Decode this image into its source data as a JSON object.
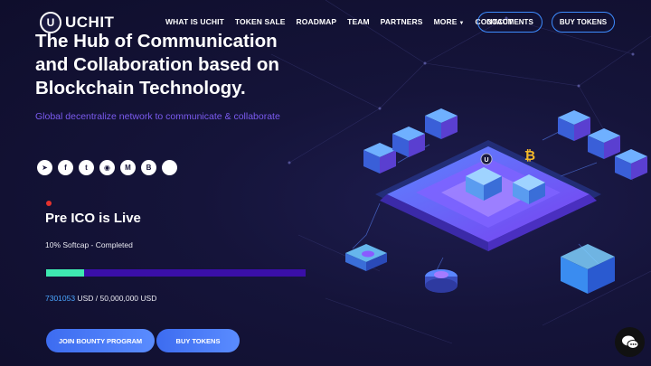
{
  "header": {
    "logo_badge": "U",
    "logo_text": "UCHIT",
    "nav": [
      "WHAT IS UCHIT",
      "TOKEN SALE",
      "ROADMAP",
      "TEAM",
      "PARTNERS",
      "MORE",
      "CONTACT"
    ],
    "documents_label": "DOCUMENTS",
    "buy_tokens_label": "BUY TOKENS"
  },
  "hero": {
    "title_lines": [
      "The Hub of Communication",
      "and Collaboration based on",
      "Blockchain Technology."
    ],
    "subtitle": "Global decentralize network to communicate & collaborate"
  },
  "socials": [
    {
      "name": "telegram-icon",
      "glyph": "➤"
    },
    {
      "name": "facebook-icon",
      "glyph": "f"
    },
    {
      "name": "twitter-icon",
      "glyph": "t"
    },
    {
      "name": "github-icon",
      "glyph": "◉"
    },
    {
      "name": "medium-icon",
      "glyph": "M"
    },
    {
      "name": "bitcoin-icon",
      "glyph": "B"
    },
    {
      "name": "other-icon",
      "glyph": ""
    }
  ],
  "ico": {
    "title": "Pre ICO is Live",
    "softcap": "10% Softcap - Completed",
    "progress_fraction": 0.147,
    "raised_value": "7301053",
    "raised_suffix": " USD / 50,000,000 USD"
  },
  "buttons": {
    "bounty": "JOIN BOUNTY PROGRAM",
    "buy": "BUY TOKENS"
  },
  "colors": {
    "accent_blue": "#3d8cff",
    "progress_fill": "#3ee8b0",
    "progress_track": "#3a0fa8",
    "subtitle": "#7b5bf0"
  },
  "illustration": {
    "badge": "U",
    "coin": "₿"
  }
}
